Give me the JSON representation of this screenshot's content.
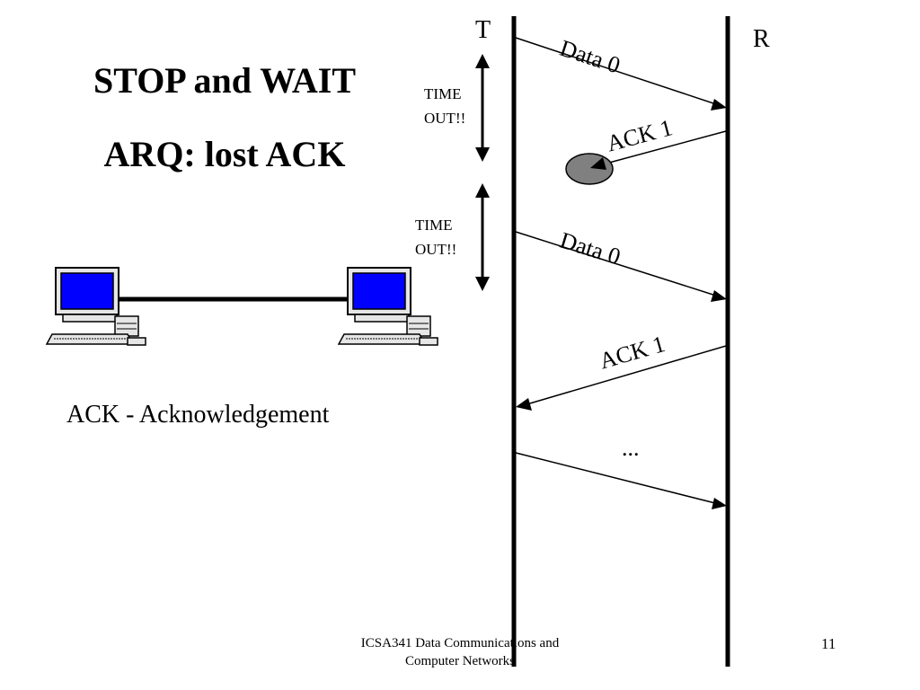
{
  "slide": {
    "title_line1": "STOP and WAIT",
    "title_line2": "ARQ: lost ACK",
    "caption": "ACK - Acknowledgement",
    "footer_line1": "ICSA341 Data Communications and",
    "footer_line2": "Computer Networks",
    "page_number": "11"
  },
  "diagram": {
    "transmitter_label": "T",
    "receiver_label": "R",
    "timeout_1": {
      "line1": "TIME",
      "line2": "OUT!!"
    },
    "timeout_2": {
      "line1": "TIME",
      "line2": "OUT!!"
    },
    "messages": [
      {
        "label": "Data 0",
        "direction": "T-to-R",
        "status": "delivered"
      },
      {
        "label": "ACK 1",
        "direction": "R-to-T",
        "status": "lost"
      },
      {
        "label": "Data 0",
        "direction": "T-to-R",
        "status": "delivered"
      },
      {
        "label": "ACK 1",
        "direction": "R-to-T",
        "status": "delivered"
      },
      {
        "label": "...",
        "direction": "T-to-R",
        "status": "delivered"
      }
    ],
    "colors": {
      "screen": "#0000ff",
      "lost_marker": "#808080",
      "line": "#000000"
    }
  }
}
